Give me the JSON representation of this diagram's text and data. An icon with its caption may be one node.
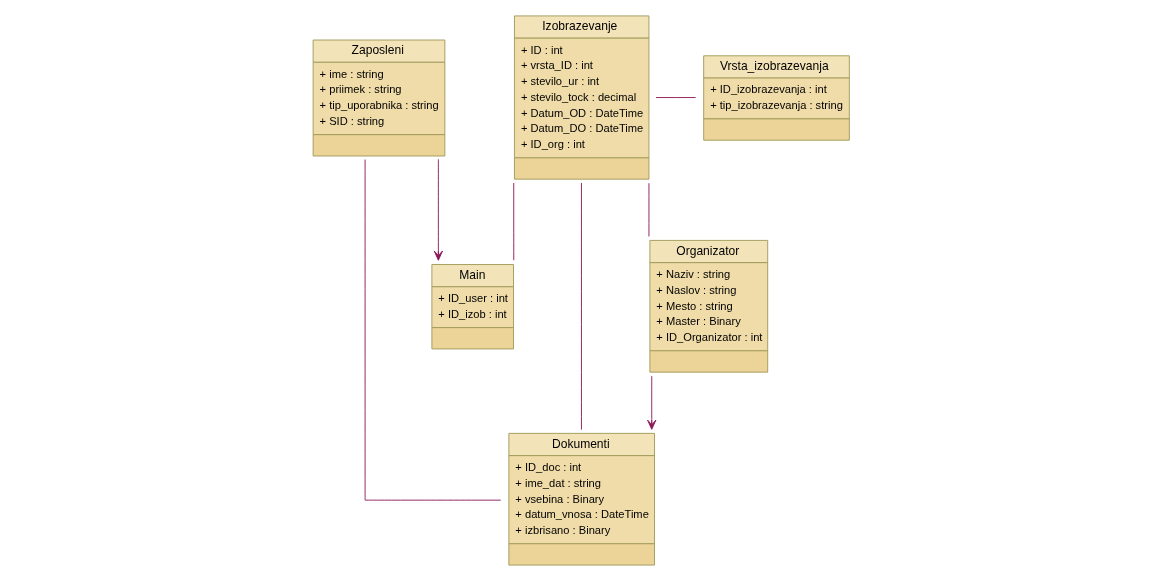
{
  "diagram": {
    "nodes": [
      {
        "text": [
          "Zaposleni",
          "+ ime : string",
          "+ priimek : string",
          "+ tip_uporabnika : string",
          "+ SID : string"
        ]
      },
      {
        "text": [
          "Izobrazevanje",
          "+ ID : int",
          "+ vrsta_ID : int",
          "+ stevilo_ur : int",
          "+ stevilo_tock : decimal",
          "+ Datum_OD : DateTime",
          "+ Datum_DO : DateTime",
          "+ ID_org : int"
        ]
      },
      {
        "text": [
          "Vrsta_izobrazevanja",
          "+ ID_izobrazevanja : int",
          "+ tip_izobrazevanja : string"
        ]
      },
      {
        "text": [
          "Organizator",
          "+ Naziv : string",
          "+ Naslov : string",
          "+ Mesto : string",
          "+ Master : Binary",
          "+ ID_Organizator : int"
        ]
      },
      {
        "text": [
          "Main",
          "+ ID_user : int",
          "+ ID_izob : int"
        ]
      },
      {
        "text": [
          "Dokumenti",
          "+ ID_doc : int",
          "+ ime_dat : string",
          "+ vsebina : Binary",
          "+ datum_vnosa : DateTime",
          "+ izbrisano : Binary"
        ]
      }
    ],
    "edges": [
      {
        "from": 0,
        "to": 4,
        "arrow": "to"
      },
      {
        "from": 0,
        "to": 5,
        "arrow": "none"
      },
      {
        "from": 1,
        "to": 2,
        "arrow": "none"
      },
      {
        "from": 4,
        "to": 1,
        "arrow": "none"
      },
      {
        "from": 1,
        "to": 5,
        "arrow": "none"
      },
      {
        "from": 3,
        "to": 1,
        "arrow": "none"
      },
      {
        "from": 3,
        "to": 5,
        "arrow": "to"
      }
    ]
  }
}
